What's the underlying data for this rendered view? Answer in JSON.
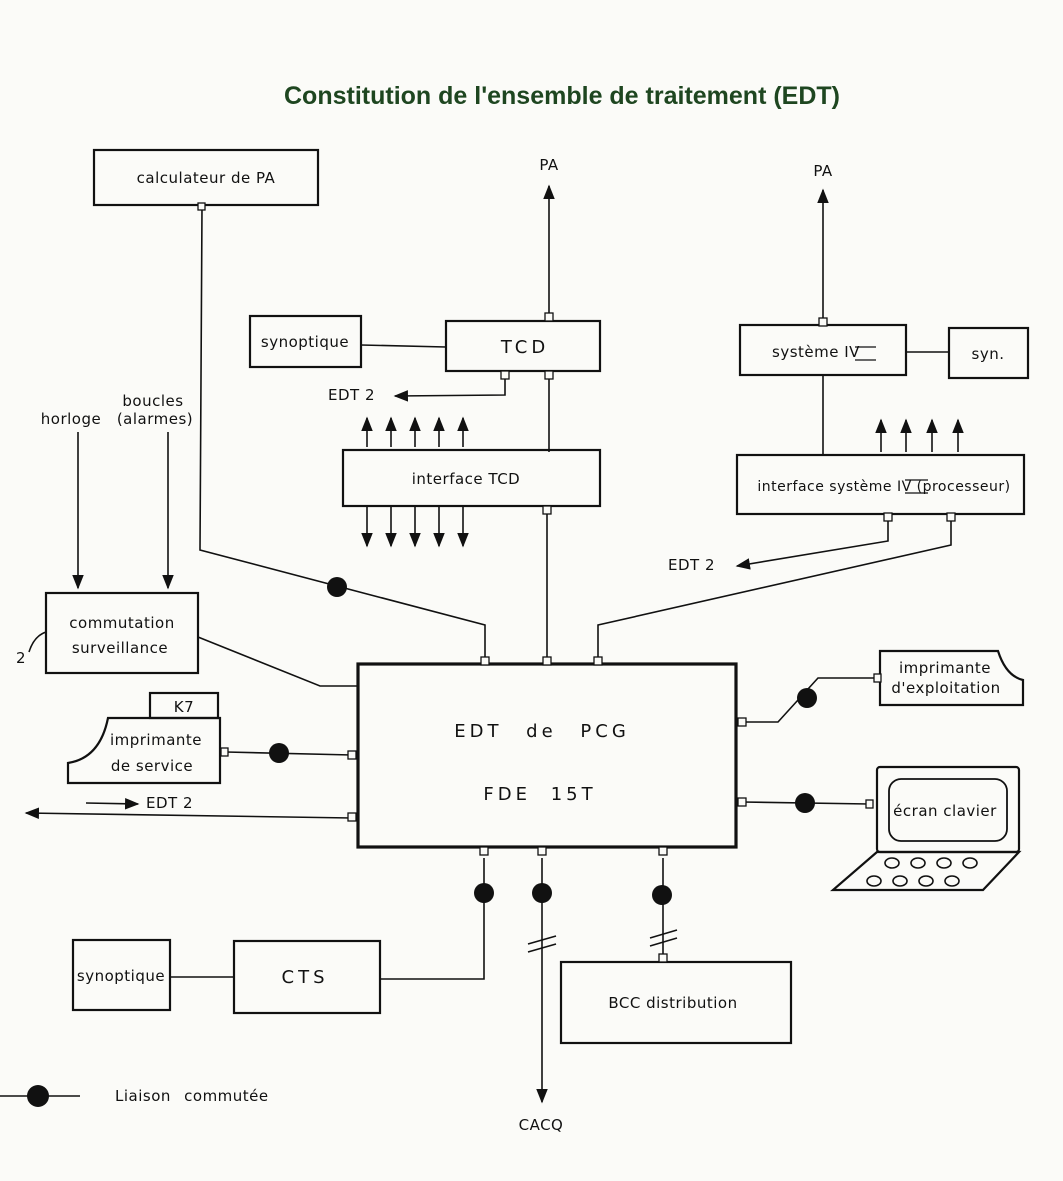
{
  "title": "Constitution de l'ensemble de traitement (EDT)",
  "nodes": {
    "calculateur": "calculateur de PA",
    "pa_left": "PA",
    "pa_right": "PA",
    "synoptique_top": "synoptique",
    "tcd": "TCD",
    "systeme_iv": "système IV",
    "syn": "syn.",
    "edt2_tcd": "EDT 2",
    "interface_tcd": "interface TCD",
    "interface_systeme": "interface système IV (processeur)",
    "edt2_right": "EDT 2",
    "boucles_line1": "boucles",
    "boucles_line2": "(alarmes)",
    "horloge": "horloge",
    "commutation_line1": "commutation",
    "commutation_line2": "surveillance",
    "num_2": "2",
    "edt_main_line1": "EDT de PCG",
    "edt_main_line2": "FDE 15T",
    "k7": "K7",
    "imprimante_service_line1": "imprimante",
    "imprimante_service_line2": "de service",
    "edt2_left": "EDT 2",
    "imprimante_exploitation_line1": "imprimante",
    "imprimante_exploitation_line2": "d'exploitation",
    "ecran_clavier": "écran clavier",
    "synoptique_bottom": "synoptique",
    "cts": "CTS",
    "bcc": "BCC distribution",
    "cacq": "CACQ"
  },
  "legend": {
    "label": "Liaison commutée"
  }
}
